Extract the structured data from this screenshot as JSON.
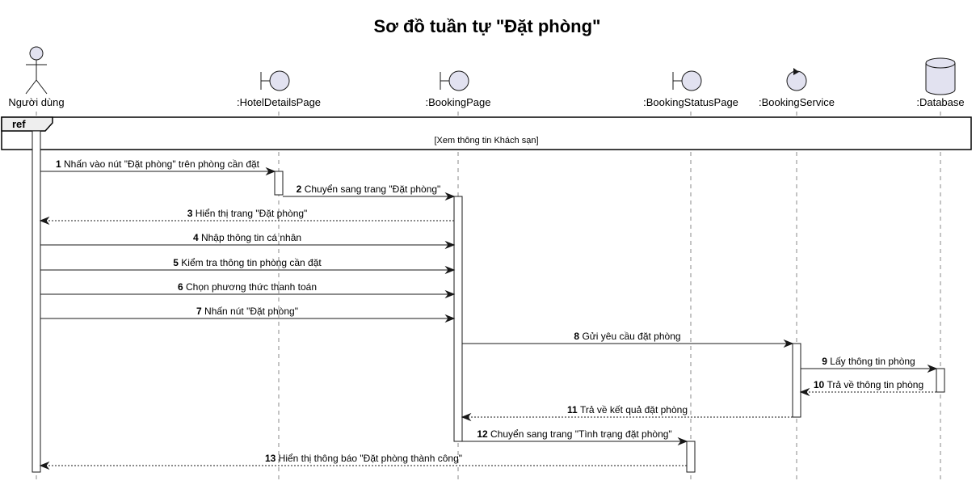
{
  "title": "Sơ đồ tuần tự \"Đặt phòng\"",
  "participants": [
    {
      "id": "user",
      "name": "Người dùng",
      "kind": "actor"
    },
    {
      "id": "hotel",
      "name": ":HotelDetailsPage",
      "kind": "boundary"
    },
    {
      "id": "booking",
      "name": ":BookingPage",
      "kind": "boundary"
    },
    {
      "id": "status",
      "name": ":BookingStatusPage",
      "kind": "boundary"
    },
    {
      "id": "service",
      "name": ":BookingService",
      "kind": "control"
    },
    {
      "id": "db",
      "name": ":Database",
      "kind": "database"
    }
  ],
  "ref": {
    "label": "ref",
    "text": "[Xem thông tin Khách sạn]"
  },
  "messages": [
    {
      "num": "1",
      "text": "Nhấn vào nút \"Đặt phòng\" trên phòng cần đặt",
      "from": "user",
      "to": "hotel",
      "style": "solid"
    },
    {
      "num": "2",
      "text": "Chuyển sang trang \"Đặt phòng\"",
      "from": "hotel",
      "to": "booking",
      "style": "solid"
    },
    {
      "num": "3",
      "text": "Hiển thị trang \"Đặt phòng\"",
      "from": "booking",
      "to": "user",
      "style": "dashed"
    },
    {
      "num": "4",
      "text": "Nhập thông tin cá nhân",
      "from": "user",
      "to": "booking",
      "style": "solid"
    },
    {
      "num": "5",
      "text": "Kiểm tra thông tin phòng cần đặt",
      "from": "user",
      "to": "booking",
      "style": "solid"
    },
    {
      "num": "6",
      "text": "Chọn phương thức thanh toán",
      "from": "user",
      "to": "booking",
      "style": "solid"
    },
    {
      "num": "7",
      "text": "Nhấn nút \"Đặt phòng\"",
      "from": "user",
      "to": "booking",
      "style": "solid"
    },
    {
      "num": "8",
      "text": "Gửi yêu cầu đặt phòng",
      "from": "booking",
      "to": "service",
      "style": "solid"
    },
    {
      "num": "9",
      "text": "Lấy thông tin phòng",
      "from": "service",
      "to": "db",
      "style": "solid"
    },
    {
      "num": "10",
      "text": "Trả về thông tin phòng",
      "from": "db",
      "to": "service",
      "style": "dashed"
    },
    {
      "num": "11",
      "text": "Trả về kết quả đặt phòng",
      "from": "service",
      "to": "booking",
      "style": "dashed"
    },
    {
      "num": "12",
      "text": "Chuyển sang trang \"Tình trạng đặt phòng\"",
      "from": "booking",
      "to": "status",
      "style": "solid"
    },
    {
      "num": "13",
      "text": "Hiển thị thông báo \"Đặt phòng thành công\"",
      "from": "status",
      "to": "user",
      "style": "dashed"
    }
  ],
  "colors": {
    "participant_fill": "#e2e2f0",
    "line": "#181818",
    "lifeline": "#888888"
  }
}
